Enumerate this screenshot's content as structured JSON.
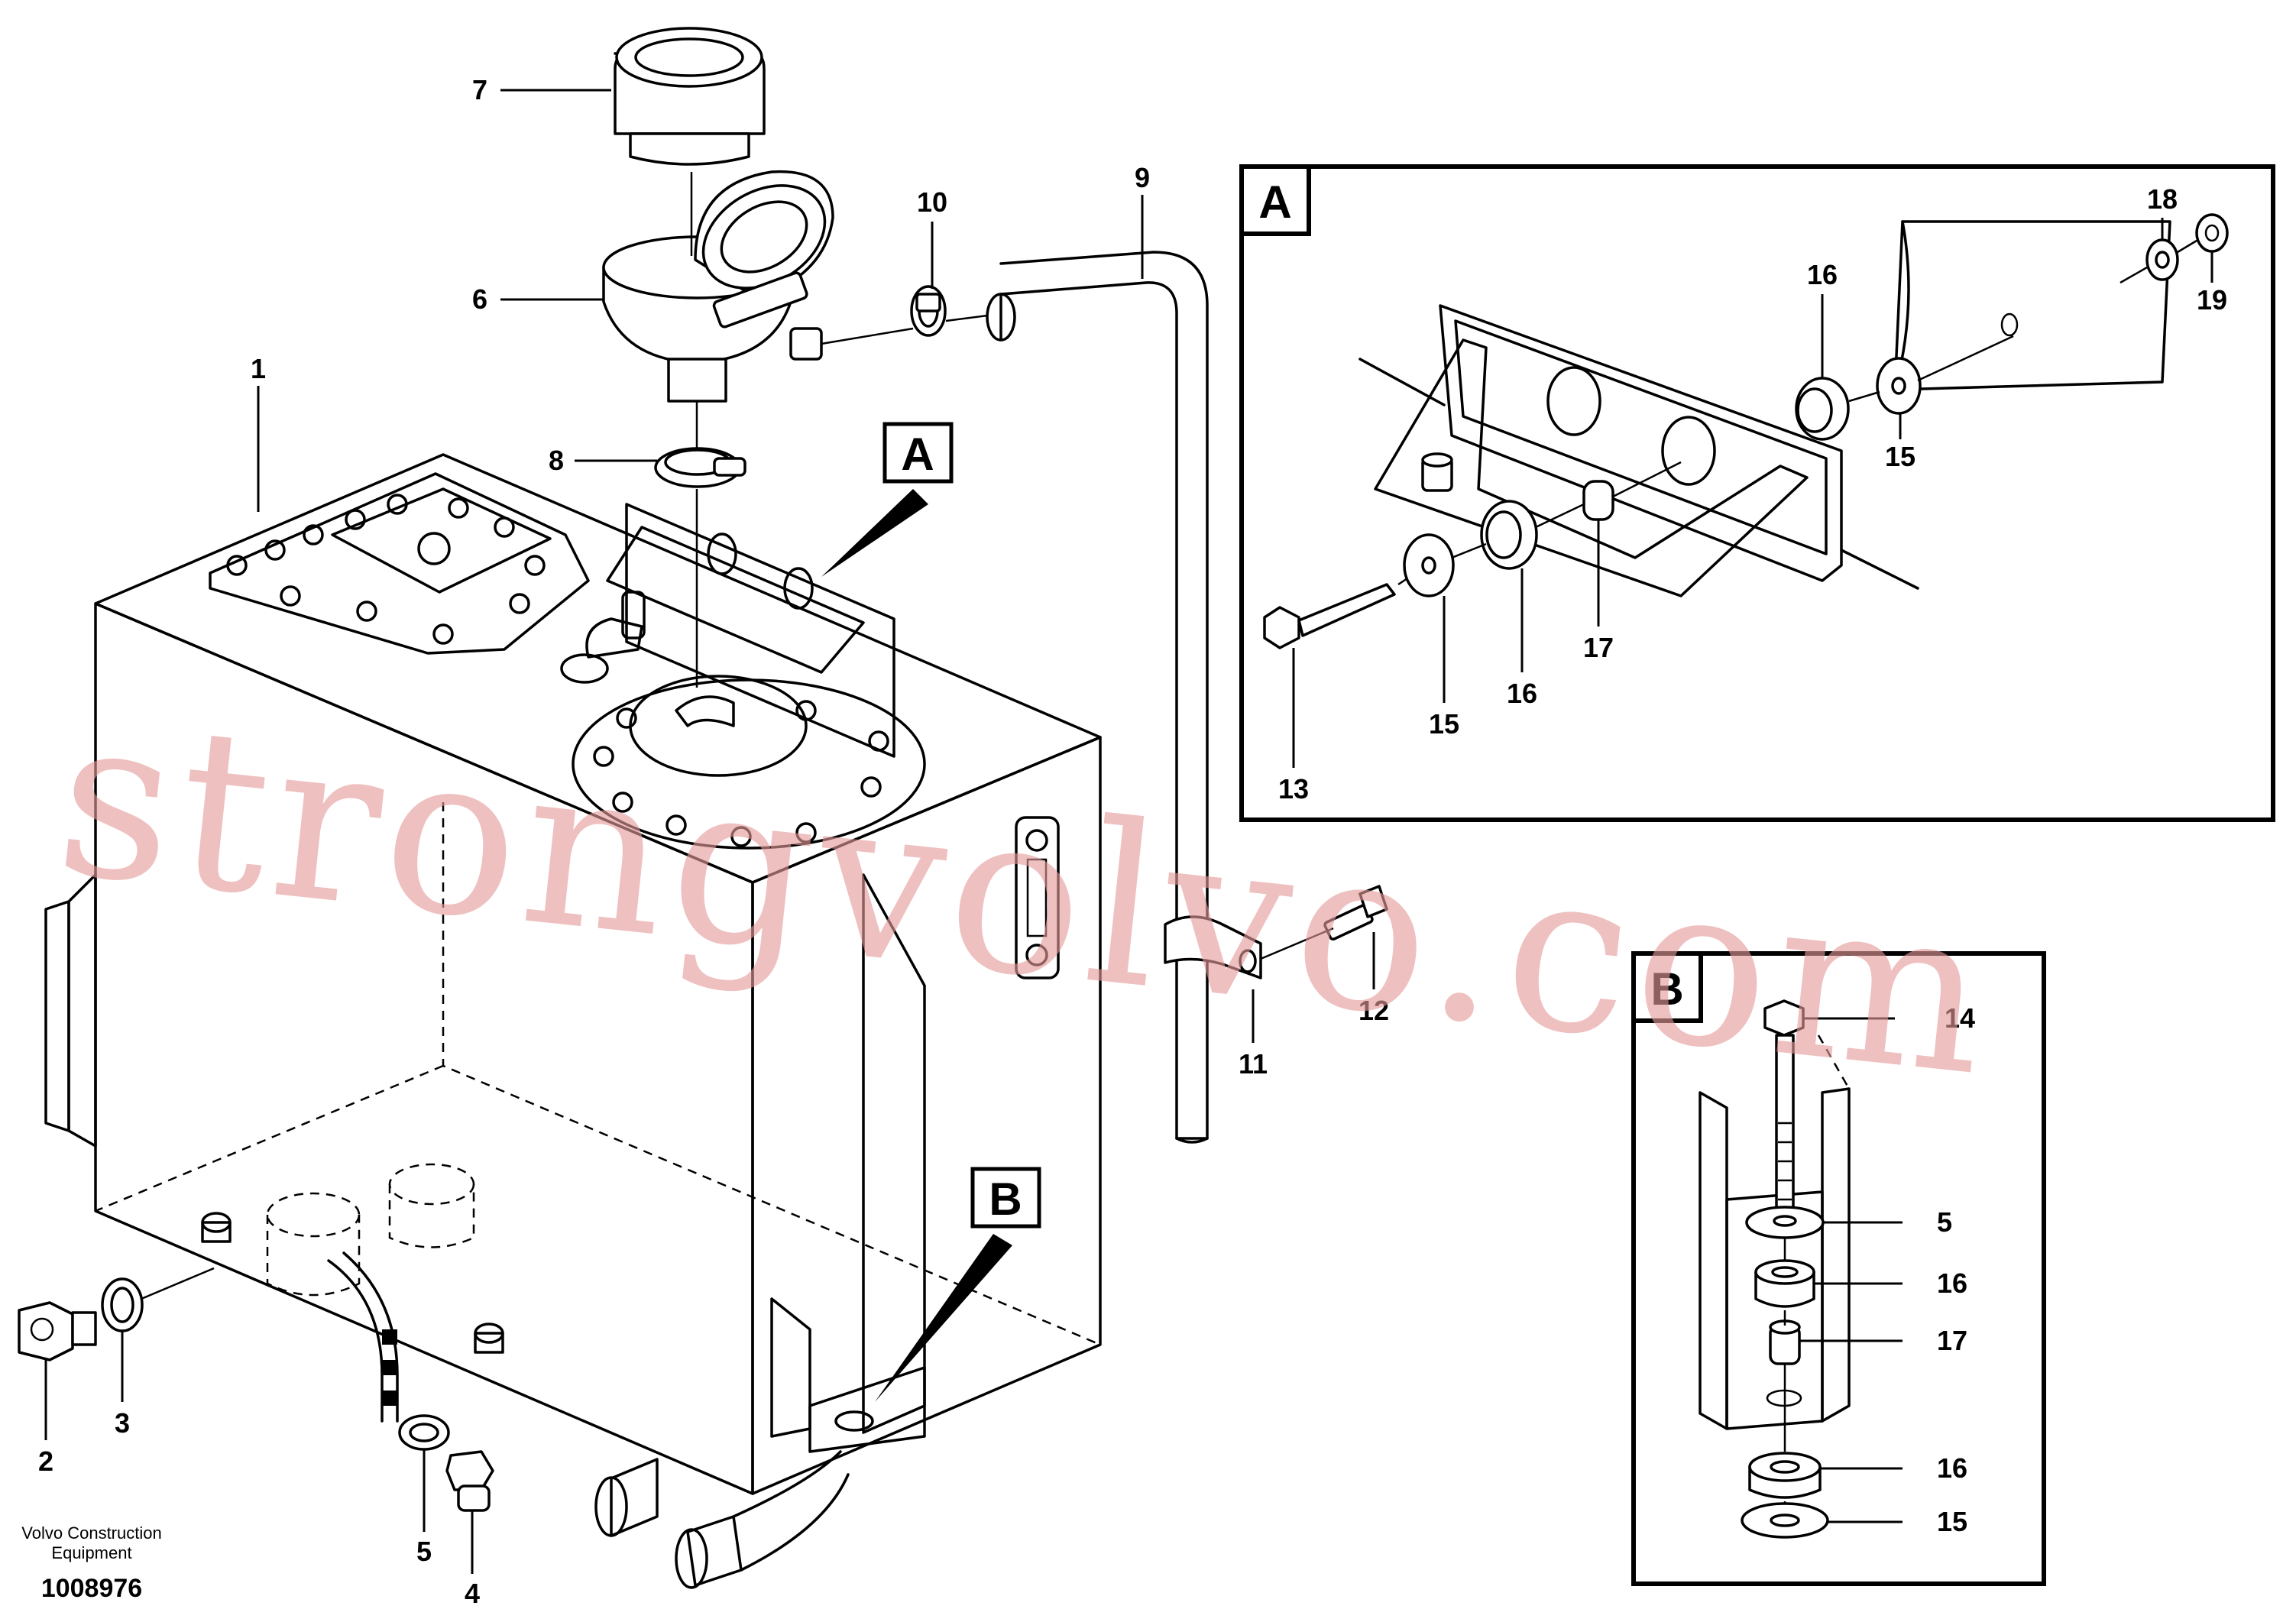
{
  "labels": {
    "l1": "1",
    "l2": "2",
    "l3": "3",
    "l4": "4",
    "l5": "5",
    "l6": "6",
    "l7": "7",
    "l8": "8",
    "l9": "9",
    "l10": "10",
    "l11": "11",
    "l12": "12",
    "a13": "13",
    "a15a": "15",
    "a15b": "15",
    "a16a": "16",
    "a16b": "16",
    "a17": "17",
    "a18": "18",
    "a19": "19",
    "b14": "14",
    "b5": "5",
    "b16a": "16",
    "b17": "17",
    "b16b": "16",
    "b15": "15"
  },
  "detail_callouts": {
    "a": "A",
    "b": "B"
  },
  "detail_boxes": {
    "a_title": "A",
    "b_title": "B"
  },
  "footer": {
    "maker_line1": "Volvo Construction",
    "maker_line2": "Equipment",
    "drawing_number": "1008976"
  },
  "watermark": "strongvolvo.com"
}
